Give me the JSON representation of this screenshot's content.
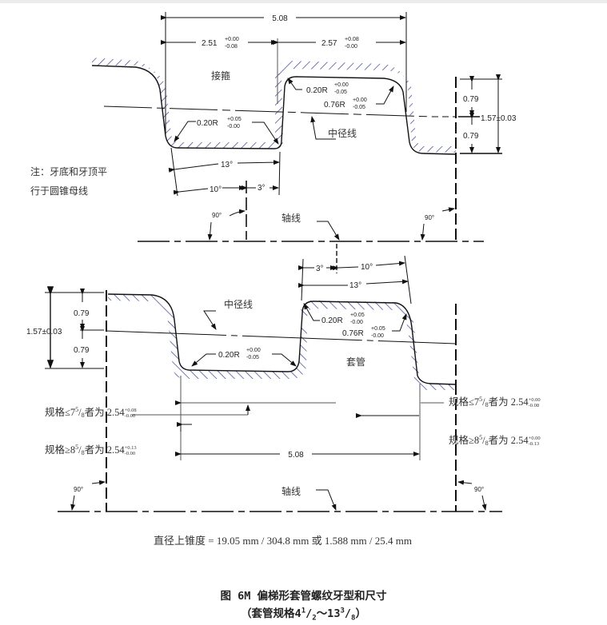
{
  "figure": {
    "title": "图  6M 偏梯形套管螺纹牙型和尺寸",
    "subtitle_prefix": "（套管规格4",
    "subtitle_frac1_num": "1",
    "subtitle_frac1_den": "2",
    "subtitle_mid": "～13",
    "subtitle_frac2_num": "3",
    "subtitle_frac2_den": "8",
    "subtitle_suffix": "）"
  },
  "coupling": {
    "label": "接箍",
    "pitch": "5.08",
    "width_left": "2.51",
    "width_left_tol_plus": "+0.00",
    "width_left_tol_minus": "-0.08",
    "width_right": "2.57",
    "width_right_tol_plus": "+0.08",
    "width_right_tol_minus": "-0.00",
    "crest_radius": "0.20R",
    "crest_radius_tol_plus": "+0.00",
    "crest_radius_tol_minus": "-0.05",
    "flank_radius": "0.76R",
    "flank_radius_tol_plus": "+0.00",
    "flank_radius_tol_minus": "-0.05",
    "root_radius": "0.20R",
    "root_radius_tol_plus": "+0.05",
    "root_radius_tol_minus": "-0.00",
    "pitch_line_label": "中径线",
    "half_height_top": "0.79",
    "half_height_bottom": "0.79",
    "thread_height": "1.57±0.03",
    "angle_total": "13°",
    "angle_load": "10°",
    "angle_stab": "3°",
    "axis_angle_left": "90°",
    "axis_angle_right": "90°",
    "axis_label": "轴线"
  },
  "note": {
    "line1": "注：牙底和牙顶平",
    "line2": "行于圆锥母线"
  },
  "casing": {
    "label": "套管",
    "pitch_line_label": "中径线",
    "half_height_top": "0.79",
    "half_height_bottom": "0.79",
    "thread_height": "1.57±0.03",
    "root_radius": "0.20R",
    "root_radius_tol_plus": "+0.00",
    "root_radius_tol_minus": "-0.05",
    "crest_radius": "0.20R",
    "crest_radius_tol_plus": "+0.05",
    "crest_radius_tol_minus": "-0.00",
    "flank_radius": "0.76R",
    "flank_radius_tol_plus": "+0.05",
    "flank_radius_tol_minus": "-0.00",
    "angle_total": "13°",
    "angle_load": "10°",
    "angle_stab": "3°",
    "pitch": "5.08",
    "axis_angle_left": "90°",
    "axis_angle_right": "90°",
    "axis_label": "轴线"
  },
  "specs": {
    "left_small": {
      "prefix": "规格≤7",
      "num": "5",
      "den": "8",
      "mid": "者为 2.54",
      "tol_plus": "+0.08",
      "tol_minus": "-0.00"
    },
    "left_large": {
      "prefix": "规格≥8",
      "num": "5",
      "den": "8",
      "mid": "者为 2.54",
      "tol_plus": "+0.13",
      "tol_minus": "-0.00"
    },
    "right_small": {
      "prefix": "规格≤7",
      "num": "5",
      "den": "8",
      "mid": "者为 2.54",
      "tol_plus": "+0.00",
      "tol_minus": "-0.08"
    },
    "right_large": {
      "prefix": "规格≥8",
      "num": "5",
      "den": "8",
      "mid": "者为 2.54",
      "tol_plus": "+0.00",
      "tol_minus": "-0.13"
    }
  },
  "taper_text": "直径上锥度 = 19.05 mm / 304.8 mm 或 1.588 mm / 25.4 mm",
  "colors": {
    "hatch": "#3a3f8f",
    "line": "#111111"
  }
}
